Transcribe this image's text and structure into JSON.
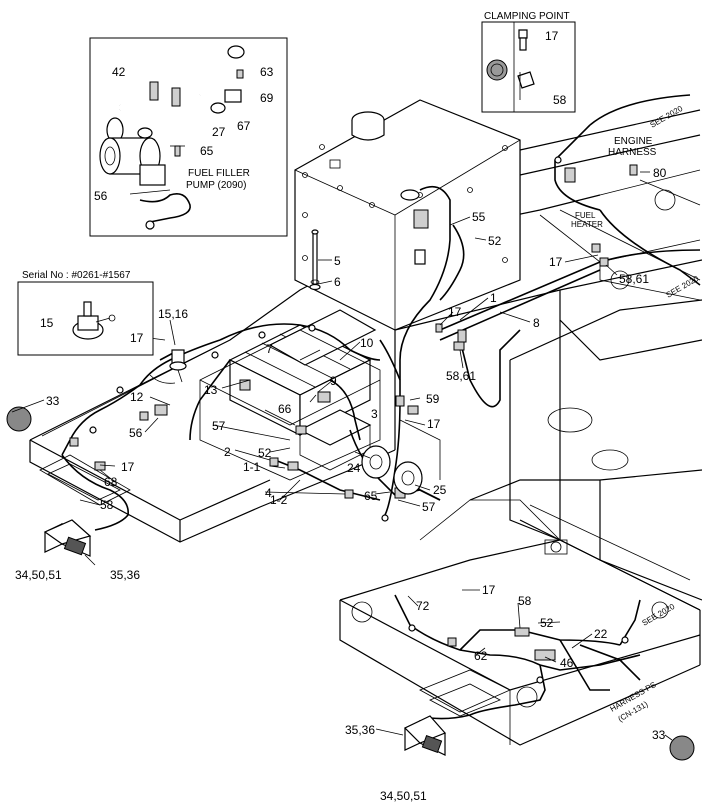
{
  "callouts": {
    "clamping_point": "CLAMPING POINT",
    "serial": "Serial No : #0261-#1567",
    "fuel_filler_pump_1": "FUEL FILLER",
    "fuel_filler_pump_2": "PUMP (2090)",
    "engine_harness_1": "ENGINE",
    "engine_harness_2": "HARNESS",
    "fuel_heater_1": "FUEL",
    "fuel_heater_2": "HEATER",
    "see_2020_a": "SEE 2020",
    "see_2020_b": "SEE 2020",
    "see_2020_c": "SEE 2020",
    "harness_ps_1": "HARNESS PS",
    "harness_ps_2": "(CN-131)"
  },
  "part_labels": {
    "p17_clamp": "17",
    "p58_clamp": "58",
    "p42": "42",
    "p63": "63",
    "p69": "69",
    "p67": "67",
    "p27": "27",
    "p65_inset": "65",
    "p56_inset": "56",
    "p80": "80",
    "p55": "55",
    "p52_top": "52",
    "p5": "5",
    "p6": "6",
    "p17_right": "17",
    "p58_61_right": "58,61",
    "p15": "15",
    "p15_16": "15,16",
    "p17_left": "17",
    "p1": "1",
    "p8": "8",
    "p17_mid": "17",
    "p10": "10",
    "p7": "7",
    "p9": "9",
    "p58_61_mid": "58,61",
    "p13": "13",
    "p12": "12",
    "p33_left": "33",
    "p66": "66",
    "p59": "59",
    "p3": "3",
    "p57_left": "57",
    "p56_left": "56",
    "p17_mid2": "17",
    "p2": "2",
    "p52_mid": "52",
    "p1_1": "1-1",
    "p24": "24",
    "p17_lower_left": "17",
    "p68": "68",
    "p4": "4",
    "p65_lower": "65",
    "p25": "25",
    "p1_2": "1-2",
    "p57_lower": "57",
    "p58_lower_left": "58",
    "p34_50_51_left": "34,50,51",
    "p35_36_left": "35,36",
    "p17_lower": "17",
    "p72": "72",
    "p58_lower": "58",
    "p52_lower": "52",
    "p22": "22",
    "p62": "62",
    "p46": "46",
    "p35_36_right": "35,36",
    "p33_right": "33",
    "p34_50_51_right": "34,50,51"
  }
}
